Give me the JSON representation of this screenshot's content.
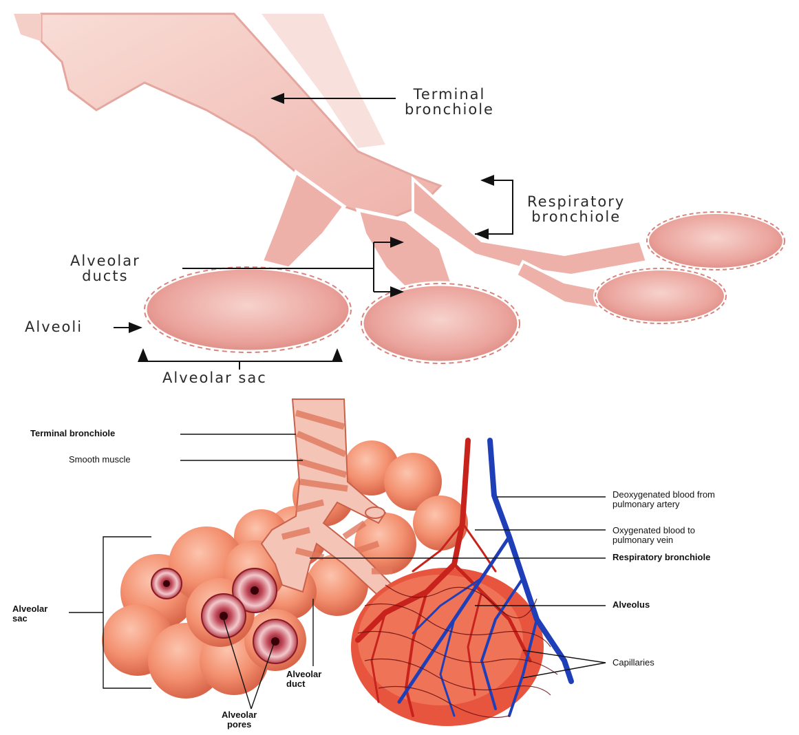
{
  "top_panel": {
    "labels": {
      "terminal_bronchiole": [
        "Terminal",
        "bronchiole"
      ],
      "respiratory_bronchiole": [
        "Respiratory",
        "bronchiole"
      ],
      "alveolar_ducts": [
        "Alveolar",
        "ducts"
      ],
      "alveoli": "Alveoli",
      "alveolar_sac": "Alveolar sac"
    }
  },
  "bottom_panel": {
    "labels": {
      "terminal_bronchiole": "Terminal bronchiole",
      "smooth_muscle": "Smooth muscle",
      "deoxygenated_blood": [
        "Deoxygenated blood from",
        "pulmonary artery"
      ],
      "oxygenated_blood": [
        "Oxygenated blood to",
        "pulmonary vein"
      ],
      "respiratory_bronchiole": "Respiratory bronchiole",
      "alveolus": "Alveolus",
      "capillaries": "Capillaries",
      "alveolar_sac": [
        "Alveolar",
        "sac"
      ],
      "alveolar_duct": [
        "Alveolar",
        "duct"
      ],
      "alveolar_pores": [
        "Alveolar",
        "pores"
      ]
    }
  },
  "colors": {
    "tissue_pink": "#f2b6b0",
    "tissue_pink_dark": "#d9837b",
    "alveolus_orange": "#f08a6e",
    "artery_red": "#c8221c",
    "vein_blue": "#1f3fb8",
    "leader_line": "#111111"
  }
}
